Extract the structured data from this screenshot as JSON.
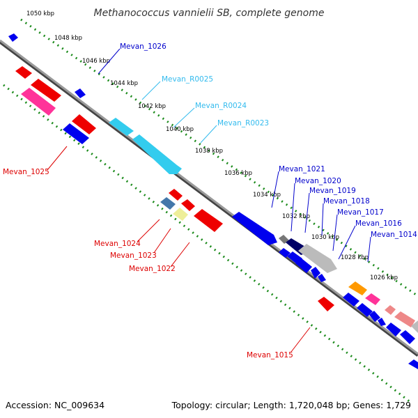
{
  "title": "Methanococcus vannielii SB, complete genome",
  "footer": {
    "accession": "Accession: NC_009634",
    "summary": "Topology: circular; Length: 1,720,048 bp; Genes: 1,729"
  },
  "ticks": [
    "1050 kbp",
    "1048 kbp",
    "1046 kbp",
    "1044 kbp",
    "1042 kbp",
    "1040 kbp",
    "1038 kbp",
    "1036 kbp",
    "1034 kbp",
    "1032 kbp",
    "1030 kbp",
    "1028 kbp",
    "1026 kbp"
  ],
  "labels": {
    "mevan_1026": "Mevan_1026",
    "mevan_r0025": "Mevan_R0025",
    "mevan_r0024": "Mevan_R0024",
    "mevan_r0023": "Mevan_R0023",
    "mevan_1021": "Mevan_1021",
    "mevan_1020": "Mevan_1020",
    "mevan_1019": "Mevan_1019",
    "mevan_1018": "Mevan_1018",
    "mevan_1017": "Mevan_1017",
    "mevan_1016": "Mevan_1016",
    "mevan_1014": "Mevan_1014",
    "mevan_1025": "Mevan_1025",
    "mevan_1024": "Mevan_1024",
    "mevan_1023": "Mevan_1023",
    "mevan_1022": "Mevan_1022",
    "mevan_1015": "Mevan_1015"
  },
  "colors": {
    "backbone": "#8c8c8c",
    "tick": "#1a8a1a",
    "blue_label": "#0000cc",
    "cyan_label": "#33bbee",
    "red_label": "#dd0000",
    "gene_blue": "#0000ee",
    "gene_red": "#ee0000",
    "gene_pink": "#ff3399",
    "gene_cyan": "#33ccee",
    "gene_grey": "#bbbbbb",
    "gene_orange": "#ff9900",
    "gene_salmon": "#ee8888",
    "gene_yellow": "#eeee99",
    "gene_steel": "#4477aa",
    "gene_navy": "#000066"
  }
}
